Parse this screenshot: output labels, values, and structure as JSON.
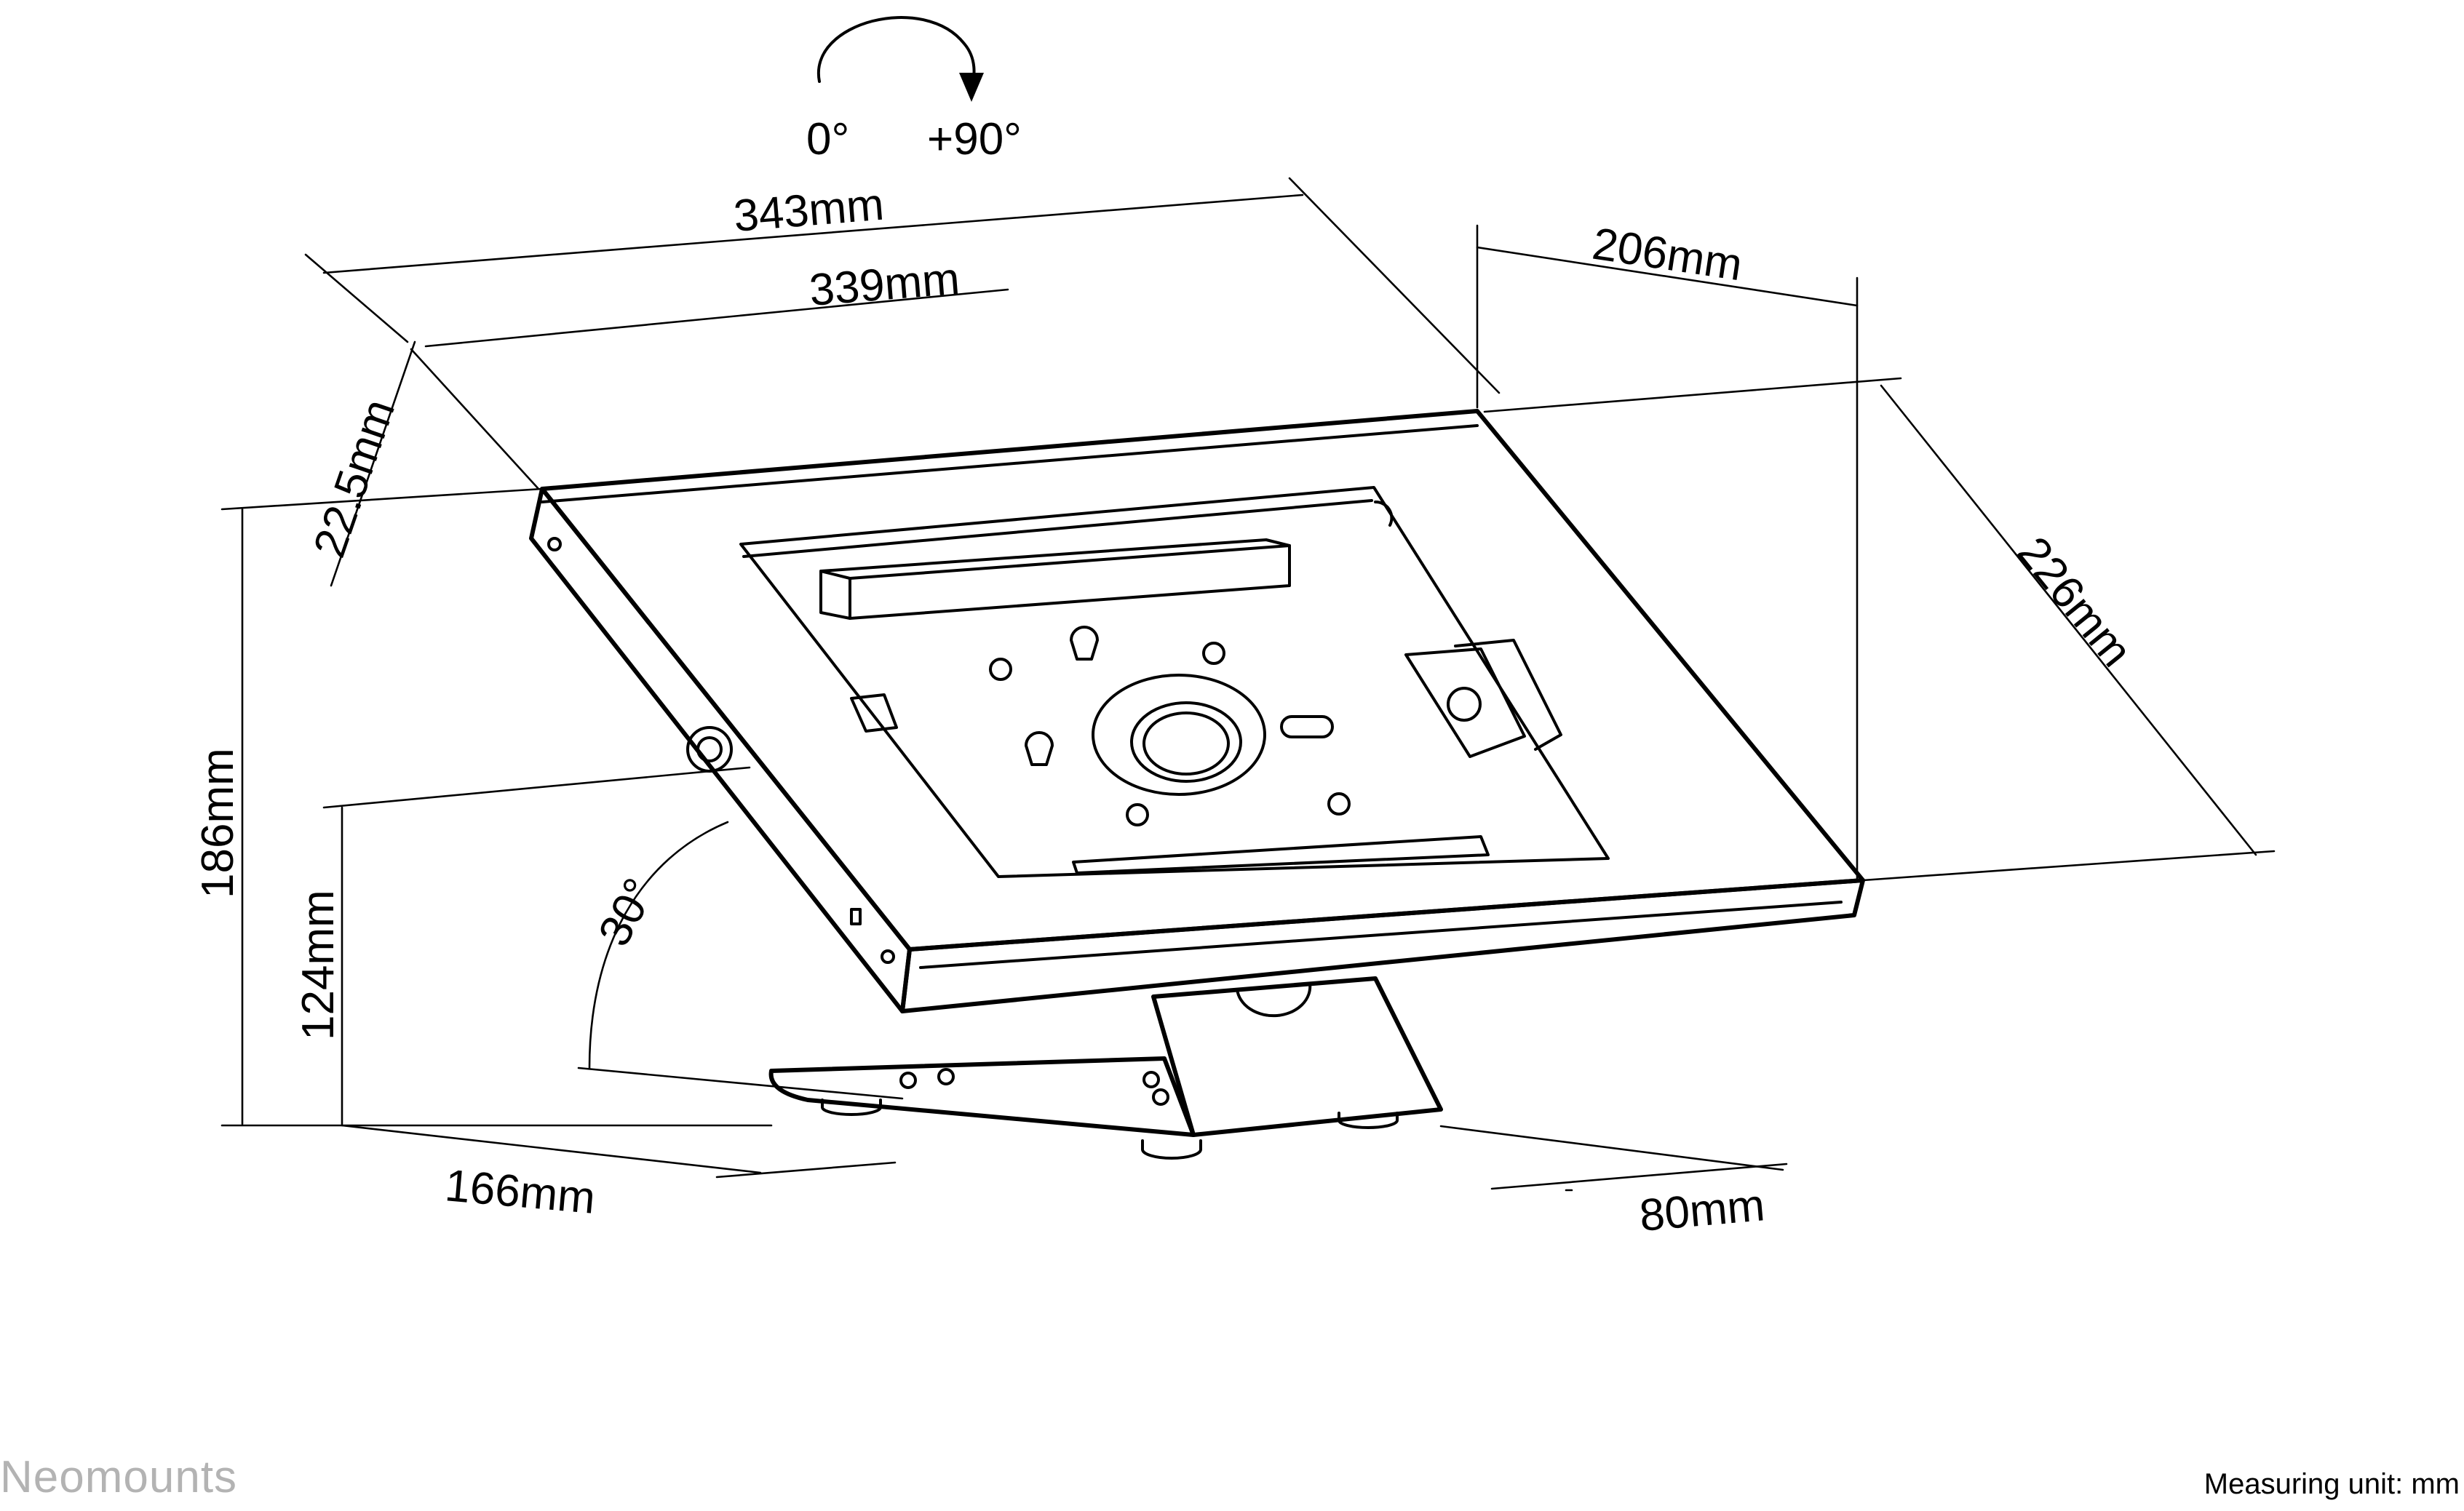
{
  "rotation": {
    "from": "0°",
    "to": "+90°"
  },
  "dimensions": {
    "overall_width": "343mm",
    "inner_width": "339mm",
    "depth_top": "206mm",
    "depth_side": "226mm",
    "thickness": "22.5mm",
    "overall_height": "186mm",
    "lower_height": "124mm",
    "tilt_angle": "30°",
    "base_length": "166mm",
    "base_width": "80mm"
  },
  "footer": {
    "brand": "Neomounts",
    "measuring_unit": "Measuring unit: mm"
  },
  "icons": {
    "rotation_arrow": "rotate-clockwise-arrow-icon"
  }
}
